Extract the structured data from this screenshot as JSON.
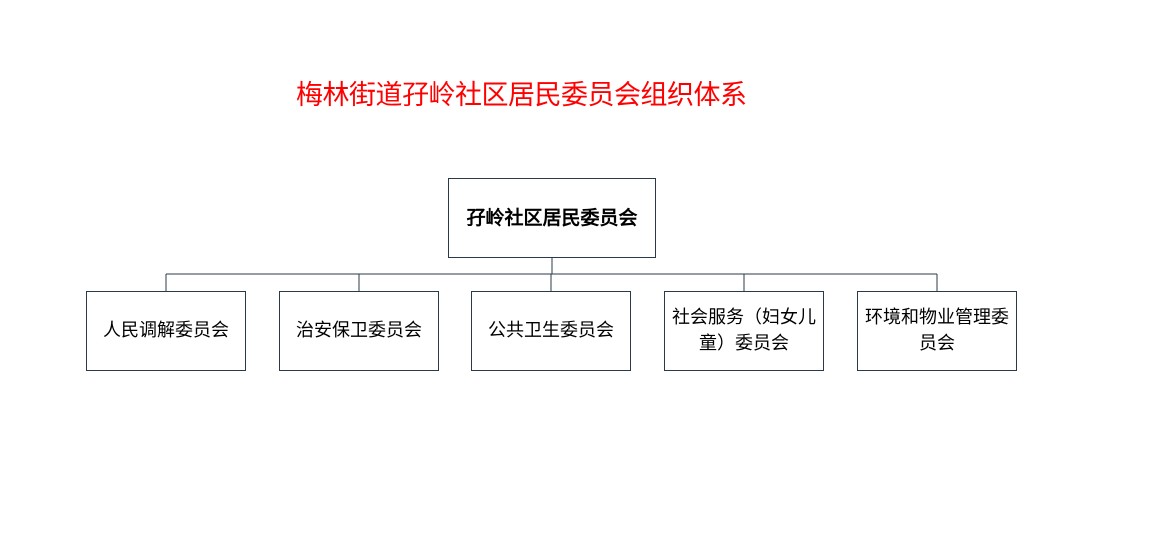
{
  "title": "梅林街道孖岭社区居民委员会组织体系",
  "org": {
    "root": {
      "label": "孖岭社区居民委员会"
    },
    "children": [
      {
        "label": "人民调解委员会"
      },
      {
        "label": "治安保卫委员会"
      },
      {
        "label": "公共卫生委员会"
      },
      {
        "label": "社会服务（妇女儿童）委员会"
      },
      {
        "label": "环境和物业管理委员会"
      }
    ]
  },
  "colors": {
    "title": "#ff0000",
    "box_border": "#2b3a4a",
    "connector": "#2b3a4a"
  }
}
